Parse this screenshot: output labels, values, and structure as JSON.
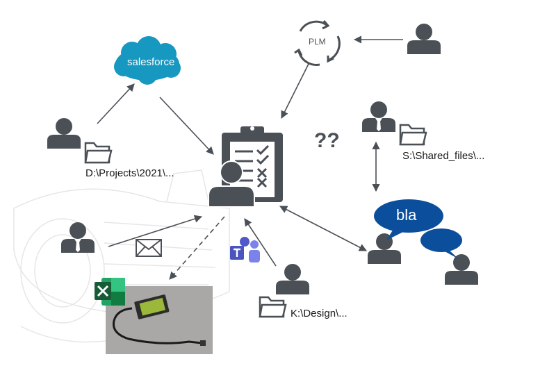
{
  "labels": {
    "projects_path": "D:\\Projects\\2021\\...",
    "shared_path": "S:\\Shared_files\\...",
    "design_path": "K:\\Design\\...",
    "plm": "PLM",
    "salesforce": "salesforce",
    "bubble": "bla",
    "questions": "??"
  },
  "icons": [
    "person-icon",
    "folder-icon",
    "clipboard-checklist-icon",
    "salesforce-logo",
    "plm-cycle-icon",
    "speech-bubble-icon",
    "envelope-icon",
    "teams-logo",
    "excel-logo",
    "usb-device-photo"
  ],
  "colors": {
    "icon_gray": "#4a5056",
    "salesforce_blue": "#1798c1",
    "bubble_blue": "#0b4f9c",
    "teams_purple": "#5059c9",
    "excel_green": "#1d6f42"
  }
}
